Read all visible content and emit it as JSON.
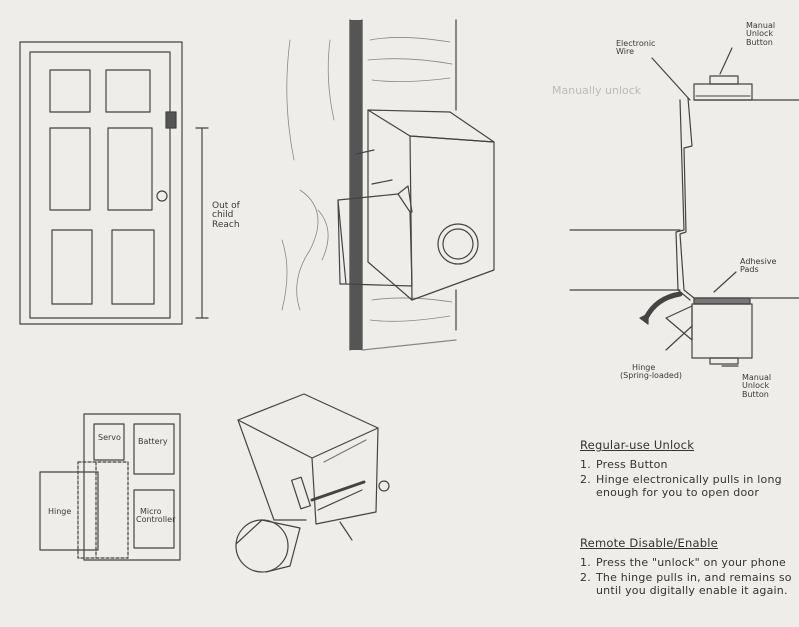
{
  "labels": {
    "reach": [
      "Out of",
      "child",
      "Reach"
    ],
    "electronic_wire": [
      "Electronic",
      "Wire"
    ],
    "manual_unlock_top": [
      "Manual",
      "Unlock",
      "Button"
    ],
    "adhesive_pads": [
      "Adhesive",
      "Pads"
    ],
    "hinge_side": [
      "Hinge",
      "(Spring-loaded)"
    ],
    "manual_unlock_bottom": [
      "Manual",
      "Unlock",
      "Button"
    ],
    "servo": "Servo",
    "battery": "Battery",
    "hinge_box": "Hinge",
    "micro_controller": [
      "Micro",
      "Controller"
    ],
    "faint_text": "Manually unlock"
  },
  "notes": {
    "regular_heading": "Regular-use Unlock",
    "regular_steps": [
      {
        "num": "1.",
        "text": "Press Button"
      },
      {
        "num": "2.",
        "text": "Hinge electronically pulls in long enough for you to open door"
      }
    ],
    "remote_heading": "Remote Disable/Enable",
    "remote_steps": [
      {
        "num": "1.",
        "text": "Press the \"unlock\" on your phone"
      },
      {
        "num": "2.",
        "text": "The hinge pulls in, and remains so until you digitally enable it again."
      }
    ]
  }
}
